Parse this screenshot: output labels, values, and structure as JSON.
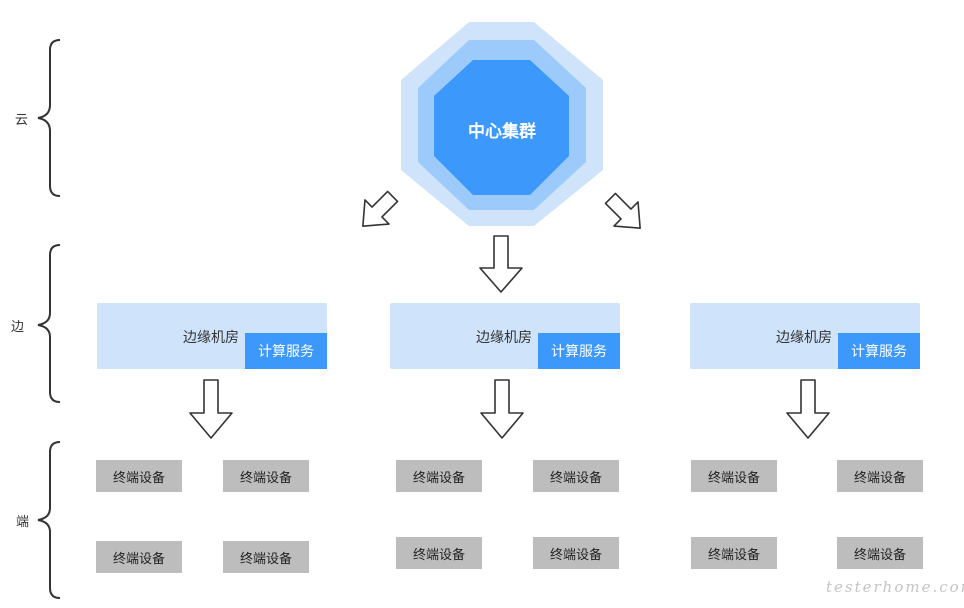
{
  "tiers": {
    "cloud": "云",
    "edge": "边",
    "end": "端"
  },
  "center": {
    "label": "中心集群"
  },
  "edge_rooms": [
    {
      "title": "边缘机房",
      "service": "计算服务"
    },
    {
      "title": "边缘机房",
      "service": "计算服务"
    },
    {
      "title": "边缘机房",
      "service": "计算服务"
    }
  ],
  "devices": [
    "终端设备",
    "终端设备",
    "终端设备",
    "终端设备",
    "终端设备",
    "终端设备",
    "终端设备",
    "终端设备",
    "终端设备",
    "终端设备",
    "终端设备",
    "终端设备"
  ],
  "watermark": "testerhome.com",
  "colors": {
    "octagon_outer": "#cfe3fb",
    "octagon_middle": "#9ccafb",
    "octagon_inner": "#3c98fa",
    "edge_room_bg": "#cfe3fb",
    "compute_service_bg": "#3c98fa",
    "device_bg": "#bdbdbd"
  }
}
